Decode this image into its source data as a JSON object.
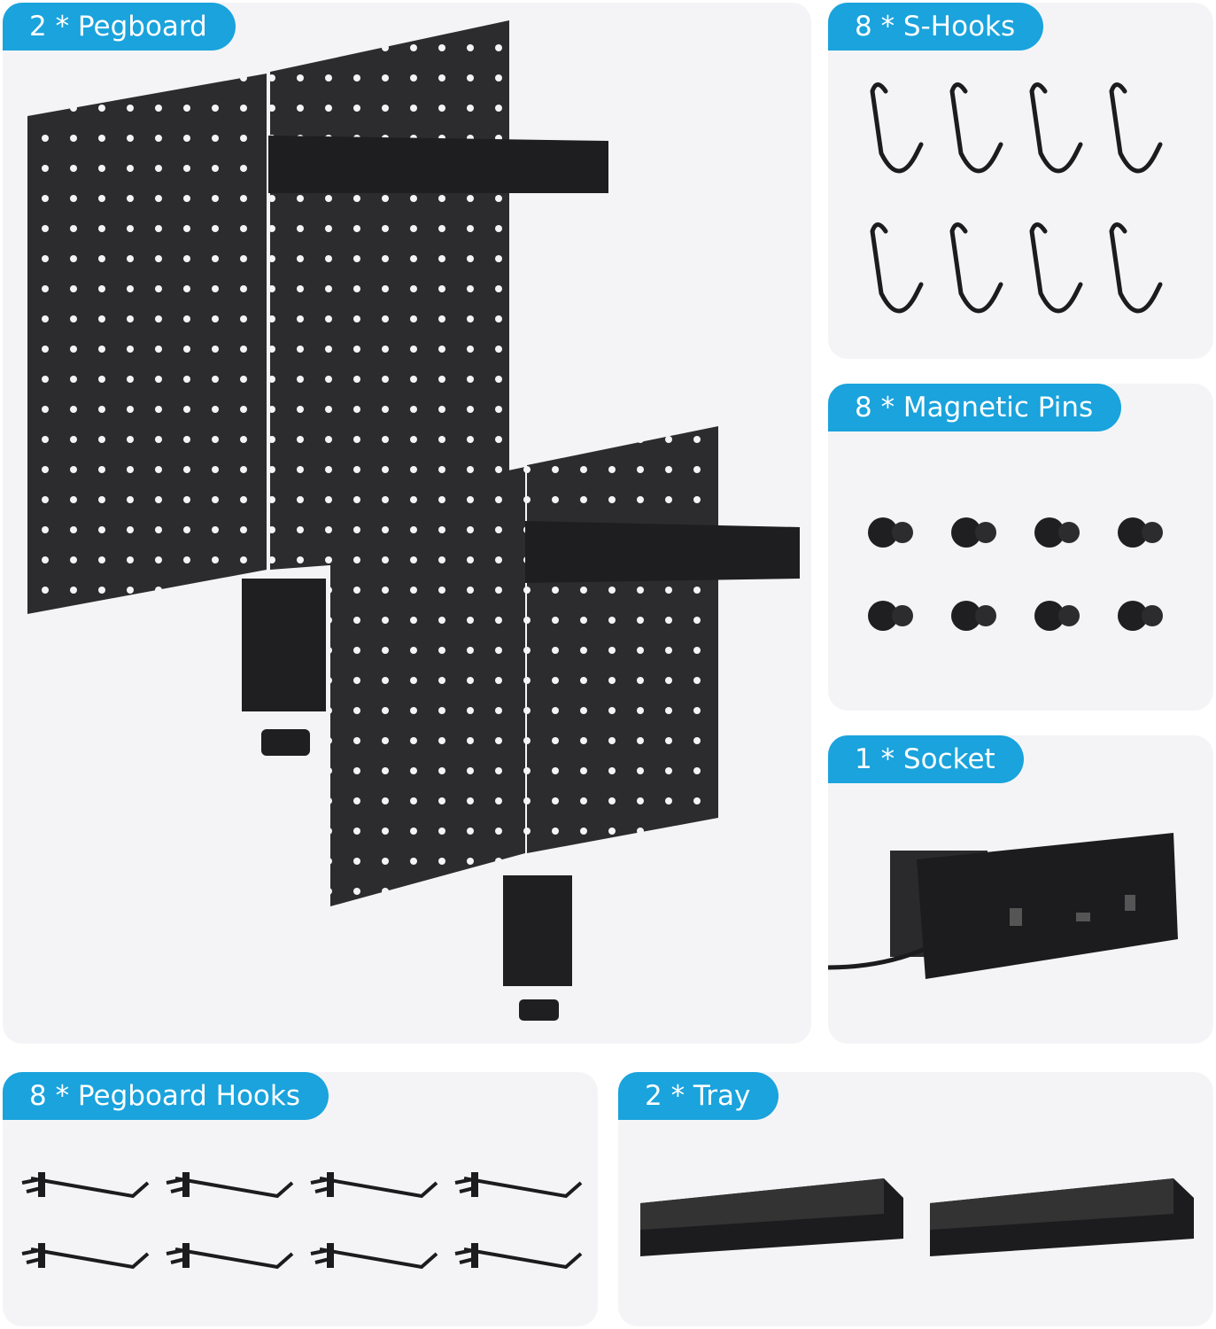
{
  "sections": {
    "pegboard": {
      "label": "2 * Pegboard"
    },
    "s_hooks": {
      "label": "8 * S-Hooks"
    },
    "magnetic_pins": {
      "label": "8 * Magnetic Pins"
    },
    "socket": {
      "label": "1 * Socket"
    },
    "pegboard_hooks": {
      "label": "8 * Pegboard Hooks"
    },
    "tray": {
      "label": "2 * Tray"
    }
  },
  "colors": {
    "accent": "#1aa3dc",
    "panel": "#f4f4f6",
    "product": "#2a2a2c"
  }
}
